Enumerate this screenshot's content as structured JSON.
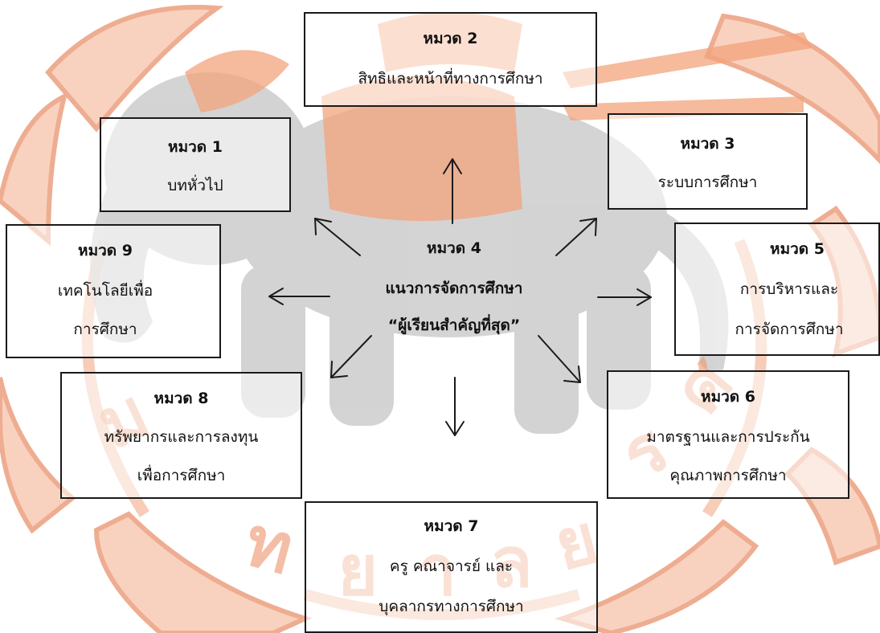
{
  "diagram": {
    "center": {
      "title": "หมวด 4",
      "line1": "แนวการจัดการศึกษา",
      "line2": "“ผู้เรียนสำคัญที่สุด”"
    },
    "nodes": {
      "ch1": {
        "title": "หมวด 1",
        "line1": "บทหั่วไป"
      },
      "ch2": {
        "title": "หมวด 2",
        "line1": "สิทธิและหน้าที่ทางการศึกษา"
      },
      "ch3": {
        "title": "หมวด 3",
        "line1": "ระบบการศึกษา"
      },
      "ch5": {
        "title": "หมวด 5",
        "line1": "การบริหารและ",
        "line2": "การจัดการศึกษา"
      },
      "ch6": {
        "title": "หมวด 6",
        "line1": "มาตรฐานและการประกัน",
        "line2": "คุณภาพการศึกษา"
      },
      "ch7": {
        "title": "หมวด 7",
        "line1": "ครู คณาจารย์ และ",
        "line2": "บุคลากรทางการศึกษา"
      },
      "ch8": {
        "title": "หมวด 8",
        "line1": "ทรัพยากรและการลงทุน",
        "line2": "เพื่อการศึกษา"
      },
      "ch9": {
        "title": "หมวด 9",
        "line1": "เทคโนโลยีเพื่อ",
        "line2": "การศึกษา"
      }
    },
    "colors": {
      "border": "#1a1a1a",
      "arrow": "#1a1a1a",
      "watermark_orange": "#f6b79a",
      "watermark_gray": "#c9c9c9"
    }
  }
}
